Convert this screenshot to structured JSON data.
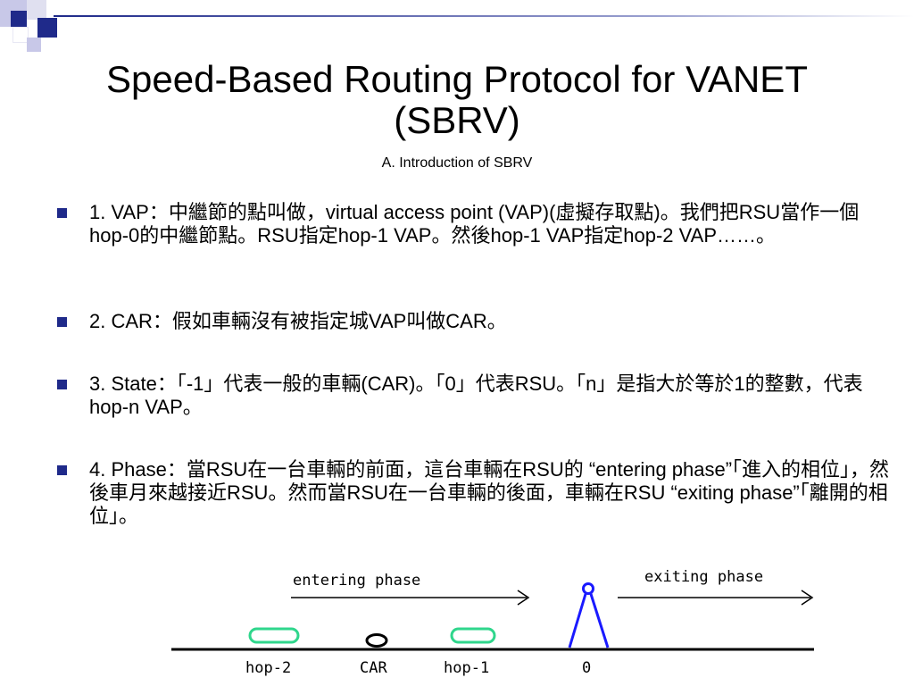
{
  "slide": {
    "title_line1": "Speed-Based Routing Protocol for VANET",
    "title_line2": "(SBRV)",
    "subtitle": "A. Introduction of SBRV"
  },
  "bullets": [
    "1. VAP：中繼節的點叫做，virtual access point (VAP)(虛擬存取點)。我們把RSU當作一個hop-0的中繼節點。RSU指定hop-1 VAP。然後hop-1 VAP指定hop-2 VAP……。",
    "2. CAR：假如車輛沒有被指定城VAP叫做CAR。",
    "3. State：「-1」代表一般的車輛(CAR)。「0」代表RSU。「n」是指大於等於1的整數，代表hop-n VAP。",
    "4. Phase：當RSU在一台車輛的前面，這台車輛在RSU的 “entering phase”「進入的相位」，然後車月來越接近RSU。然而當RSU在一台車輛的後面，車輛在RSU “exiting phase”「離開的相位」。"
  ],
  "diagram": {
    "entering_label": "entering phase",
    "exiting_label": "exiting phase",
    "node_labels": {
      "hop2": "hop-2",
      "car": "CAR",
      "hop1": "hop-1",
      "rsu": "0"
    },
    "colors": {
      "vap": "#2fd68c",
      "rsu": "#1a1aff",
      "road": "#000000",
      "bullet": "#1f2a8a"
    }
  }
}
